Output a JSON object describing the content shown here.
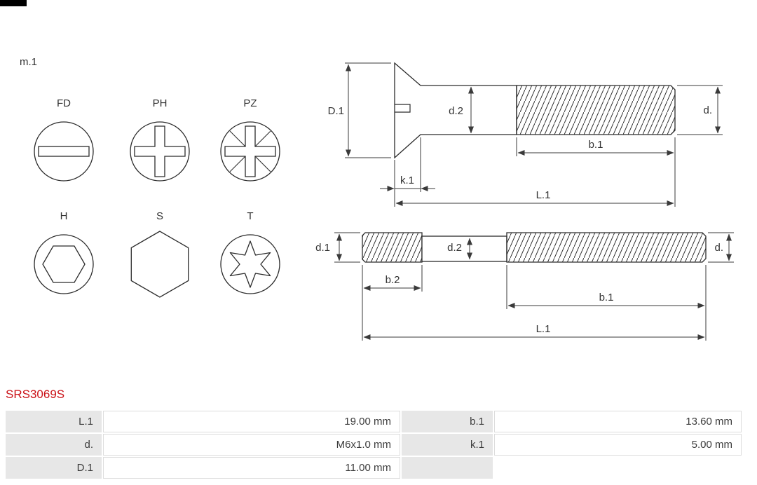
{
  "header": {
    "m1_label": "m.1",
    "part_number": "SRS3069S"
  },
  "head_types": [
    {
      "code": "FD"
    },
    {
      "code": "PH"
    },
    {
      "code": "PZ"
    },
    {
      "code": "H"
    },
    {
      "code": "S"
    },
    {
      "code": "T"
    }
  ],
  "screw_top": {
    "D1": "D.1",
    "d2": "d.2",
    "d": "d.",
    "b1": "b.1",
    "k1": "k.1",
    "L1": "L.1"
  },
  "screw_bottom": {
    "d1": "d.1",
    "d2": "d.2",
    "d": "d.",
    "b2": "b.2",
    "b1": "b.1",
    "L1": "L.1"
  },
  "colors": {
    "accent_red": "#cb1319",
    "table_label_bg": "#e7e7e7",
    "table_border": "#dddddd",
    "line": "#2b2b2b"
  },
  "spec_table": {
    "rows": [
      [
        "L.1",
        "19.00 mm",
        "b.1",
        "13.60 mm"
      ],
      [
        "d.",
        "M6x1.0 mm",
        "k.1",
        "5.00 mm"
      ],
      [
        "D.1",
        "11.00 mm",
        "",
        ""
      ]
    ]
  }
}
